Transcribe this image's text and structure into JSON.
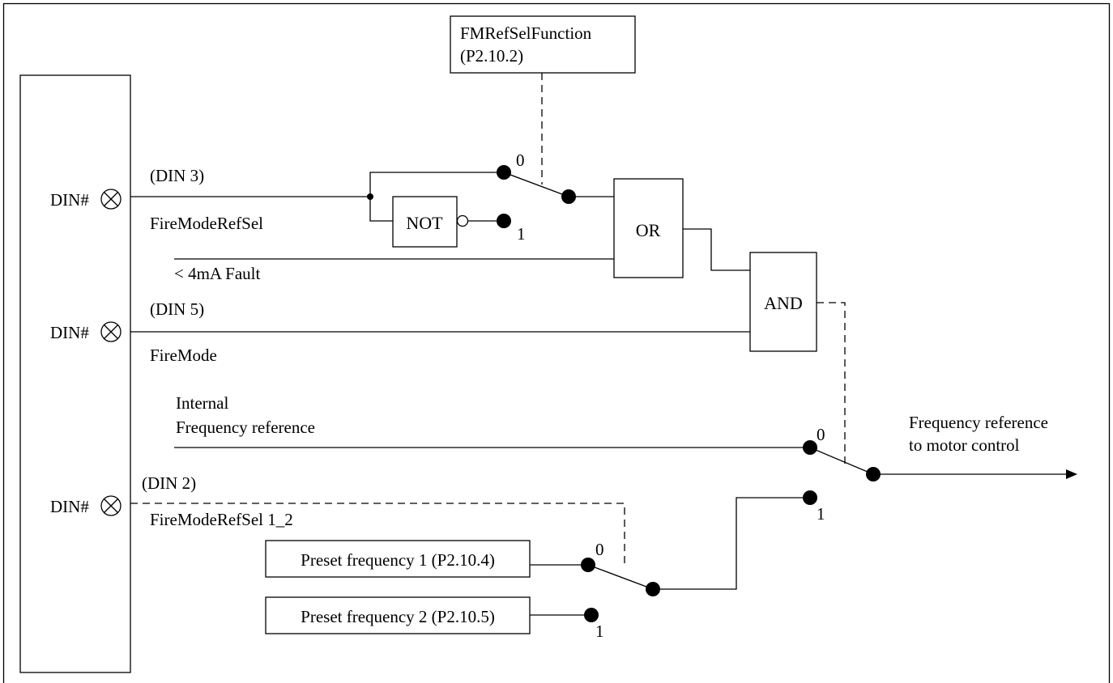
{
  "labels": {
    "fm_ref_sel_function_line1": "FMRefSelFunction",
    "fm_ref_sel_function_line2": "(P2.10.2)",
    "din_terminal_1": "DIN#",
    "din_terminal_2": "DIN#",
    "din_terminal_3": "DIN#",
    "din3_tag": "(DIN 3)",
    "fire_mode_ref_sel": "FireModeRefSel",
    "fault_4ma": "< 4mA Fault",
    "din5_tag": "(DIN 5)",
    "fire_mode": "FireMode",
    "internal_ref_line1": "Internal",
    "internal_ref_line2": "Frequency reference",
    "din2_tag": "(DIN 2)",
    "fire_mode_ref_sel_12": "FireModeRefSel 1_2",
    "preset_freq_1": "Preset frequency 1 (P2.10.4)",
    "preset_freq_2": "Preset frequency 2 (P2.10.5)",
    "output_line1": "Frequency reference",
    "output_line2": "to motor control"
  },
  "gates": {
    "not_gate": "NOT",
    "or_gate": "OR",
    "and_gate": "AND"
  },
  "switch_positions": {
    "sw1_pos0": "0",
    "sw1_pos1": "1",
    "sw2_pos0": "0",
    "sw2_pos1": "1",
    "sw3_pos0": "0",
    "sw3_pos1": "1"
  }
}
